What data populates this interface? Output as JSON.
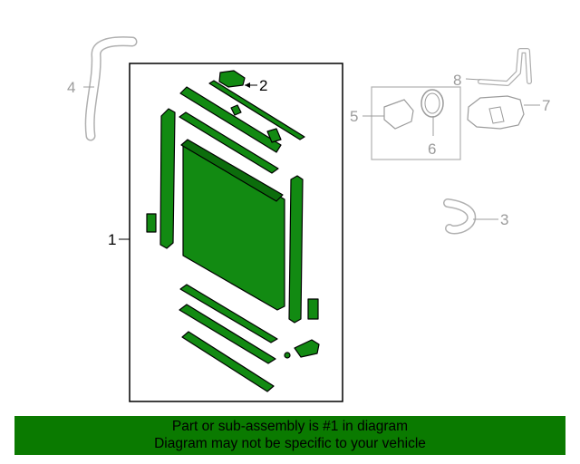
{
  "callouts": {
    "c1": "1",
    "c2": "2",
    "c3": "3",
    "c4": "4",
    "c5": "5",
    "c6": "6",
    "c7": "7",
    "c8": "8"
  },
  "banner": {
    "line1": "Part or sub-assembly is #1 in diagram",
    "line2": "Diagram may not be specific to your vehicle"
  },
  "colors": {
    "highlight_part": "#128a12",
    "part_outline": "#000000",
    "other_part": "#b0b0b0",
    "banner_bg": "#0a7a00"
  }
}
